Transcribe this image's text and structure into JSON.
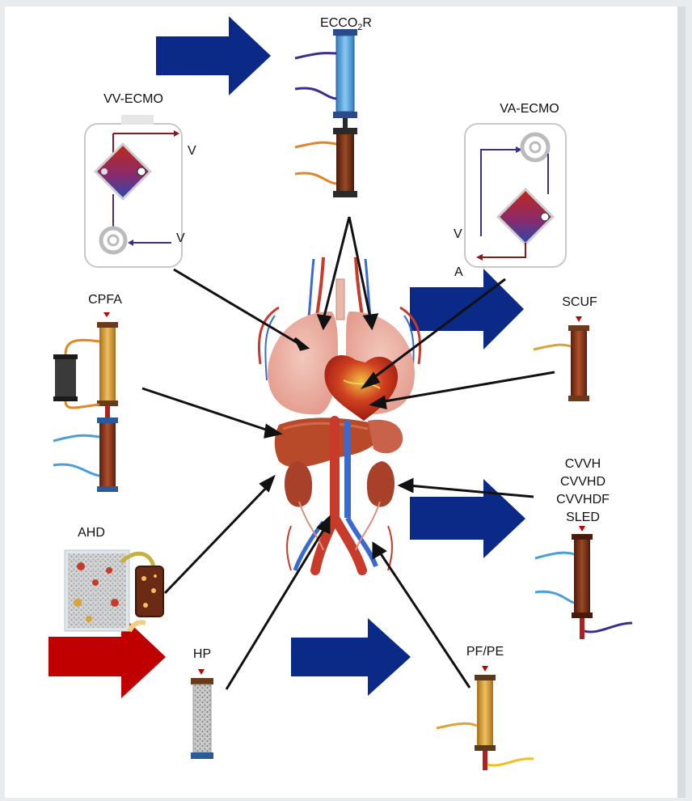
{
  "labels": {
    "ecco2r_main": "ECCO",
    "ecco2r_sub": "2",
    "ecco2r_tail": "R",
    "vv_ecmo": "VV-ECMO",
    "va_ecmo": "VA-ECMO",
    "cpfa": "CPFA",
    "scuf": "SCUF",
    "ahd": "AHD",
    "hp": "HP",
    "pf_pe": "PF/PE",
    "crrt_modes": [
      "CVVH",
      "CVVHD",
      "CVVHDF",
      "SLED"
    ],
    "vv_v_out": "V",
    "vv_v_in": "V",
    "va_v": "V",
    "va_a": "A"
  },
  "colors": {
    "blue_arrow": "#0b2a88",
    "red_arrow": "#c00000",
    "black_arrow": "#111111",
    "filter_brown": "#8a3a1e",
    "filter_blue": "#4a9fd8",
    "filter_amber": "#d9a43a",
    "filter_gray": "#b5b5b5",
    "line_blue": "#2a55c8",
    "line_orange": "#e0862a",
    "line_purple": "#3a2f8a",
    "line_yellow": "#f0c020"
  }
}
